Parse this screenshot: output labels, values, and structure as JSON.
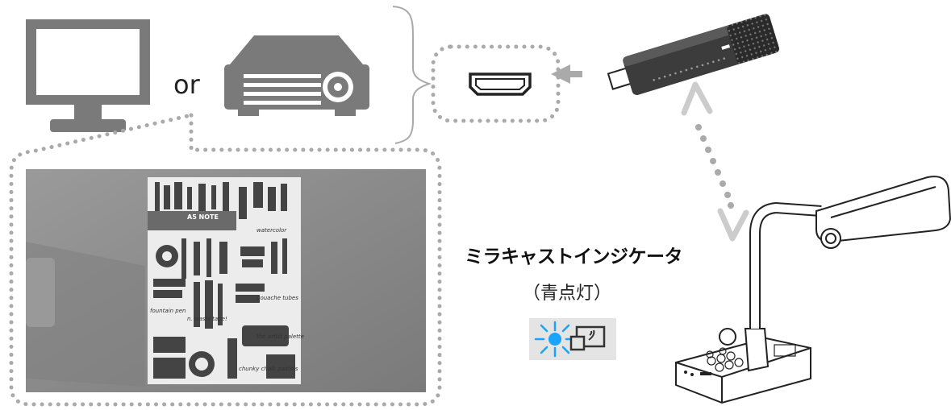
{
  "labels": {
    "or": "or",
    "indicator_title": "ミラキャストインジケータ",
    "indicator_state": "（青点灯）"
  },
  "notebook": {
    "title": "A5 NOTE",
    "words": [
      "watercolor",
      "fountain pen",
      "gouache tubes",
      "n. washi tape!",
      "the artist palette",
      "chunky chalk pastels"
    ]
  },
  "colors": {
    "device_gray": "#777777",
    "dotted_border": "#aaaaaa",
    "indicator_blue": "#1aa3ff",
    "photo_bg": "#8d8d8d"
  },
  "icons": [
    "monitor-icon",
    "projector-icon",
    "hdmi-port-icon",
    "arrow-left-icon",
    "wireless-dongle-icon",
    "document-camera-icon",
    "miracast-icon"
  ]
}
